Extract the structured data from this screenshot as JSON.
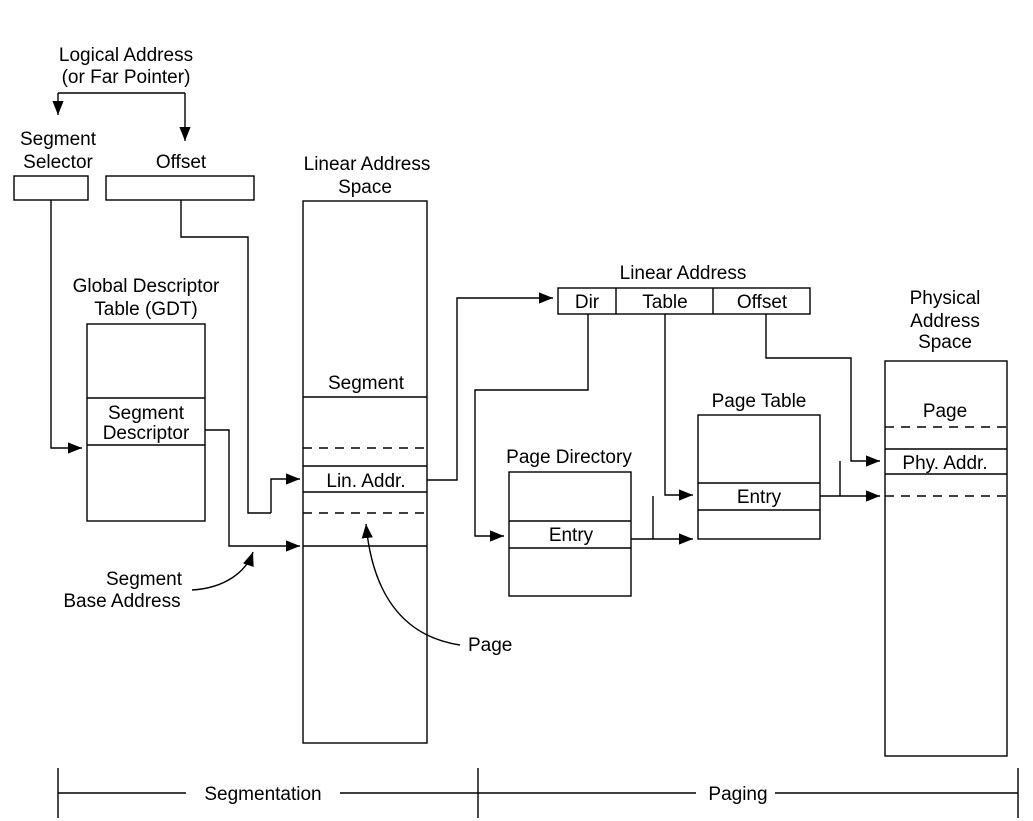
{
  "logical_address": {
    "line1": "Logical Address",
    "line2": "(or Far Pointer)"
  },
  "segment_selector": {
    "line1": "Segment",
    "line2": "Selector"
  },
  "offset_label": "Offset",
  "gdt": {
    "line1": "Global Descriptor",
    "line2": "Table (GDT)",
    "entry_line1": "Segment",
    "entry_line2": "Descriptor"
  },
  "segment_base": {
    "line1": "Segment",
    "line2": "Base Address"
  },
  "linear_space": {
    "line1": "Linear Address",
    "line2": "Space",
    "segment_label": "Segment",
    "lin_addr_label": "Lin. Addr."
  },
  "page_callout": "Page",
  "linear_address": {
    "title": "Linear Address",
    "fields": [
      "Dir",
      "Table",
      "Offset"
    ]
  },
  "page_directory": {
    "title": "Page Directory",
    "entry_label": "Entry"
  },
  "page_table": {
    "title": "Page Table",
    "entry_label": "Entry"
  },
  "physical_space": {
    "line1": "Physical",
    "line2": "Address",
    "line3": "Space",
    "page_label": "Page",
    "phy_addr_label": "Phy. Addr."
  },
  "phases": {
    "segmentation": "Segmentation",
    "paging": "Paging"
  }
}
